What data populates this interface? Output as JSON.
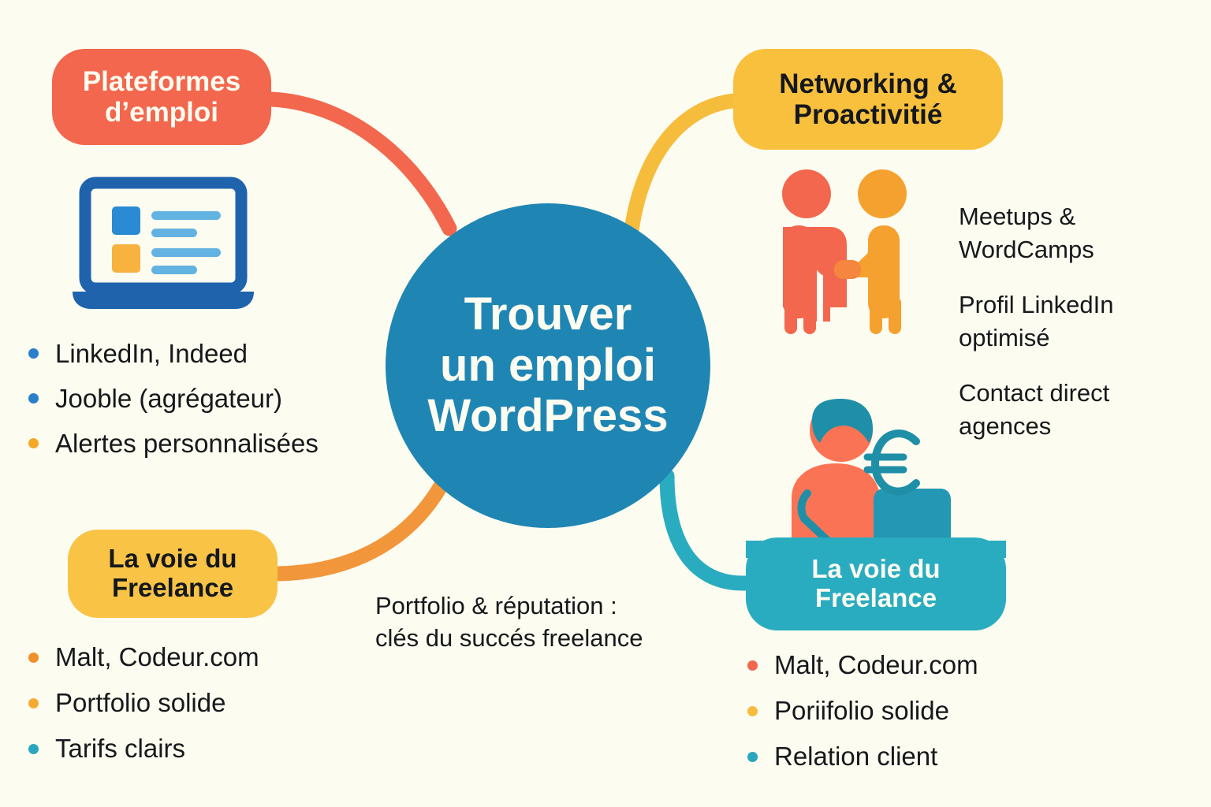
{
  "background_color": "#fdfcf0",
  "center": {
    "name": "Trouver un emploi WordPress",
    "lines": [
      "Trouver",
      "un emploi",
      "WordPress"
    ],
    "color": "#1f86b4",
    "text_color": "#fdfcf0"
  },
  "branches": {
    "platforms": {
      "pill_lines": [
        "Plateformes",
        "d’emploi"
      ],
      "pill_color": "#f2674d",
      "pill_text_color": "#fdfcf0",
      "connector_color": "#f2674d",
      "icon": "laptop-job-board-icon",
      "items": [
        {
          "text": "LinkedIn, Indeed",
          "dot": "#2a7fc9"
        },
        {
          "text": "Jooble (agrégateur)",
          "dot": "#2a7fc9"
        },
        {
          "text": "Alertes personnalisées",
          "dot": "#f5a828"
        }
      ]
    },
    "networking": {
      "pill_lines": [
        "Networking &",
        "Proactivitié"
      ],
      "pill_color": "#f9c03e",
      "pill_text_color": "#14181e",
      "connector_color": "#f6bc3c",
      "icon": "handshake-icon",
      "notes": [
        {
          "lines": [
            "Meetups &",
            "WordCamps"
          ]
        },
        {
          "lines": [
            "Profil LinkedIn",
            "optimisé"
          ]
        },
        {
          "lines": [
            "Contact direct",
            "agences"
          ]
        }
      ]
    },
    "freelance_left": {
      "pill_lines": [
        "La voie du",
        "Freelance"
      ],
      "pill_color": "#f9c345",
      "pill_text_color": "#14181e",
      "connector_color": "#f2963c",
      "items": [
        {
          "text": "Malt, Codeur.com",
          "dot": "#f0902b"
        },
        {
          "text": "Portfolio solide",
          "dot": "#f5ab33"
        },
        {
          "text": "Tarifs clairs",
          "dot": "#2aa7be"
        }
      ]
    },
    "freelance_right": {
      "pill_lines": [
        "La voie du",
        "Freelance"
      ],
      "pill_color": "#2aacc0",
      "pill_text_color": "#fdfcf0",
      "connector_color": "#2aacc0",
      "icon": "freelancer-laptop-euro-icon",
      "items": [
        {
          "text": "Malt, Codeur.com",
          "dot": "#f1674e"
        },
        {
          "text": "Poriifolio solide",
          "dot": "#f7bb3e"
        },
        {
          "text": "Relation client",
          "dot": "#2aa7be"
        }
      ]
    }
  },
  "caption": {
    "lines": [
      "Portfolio & réputation :",
      "clés du succés freelance"
    ]
  }
}
